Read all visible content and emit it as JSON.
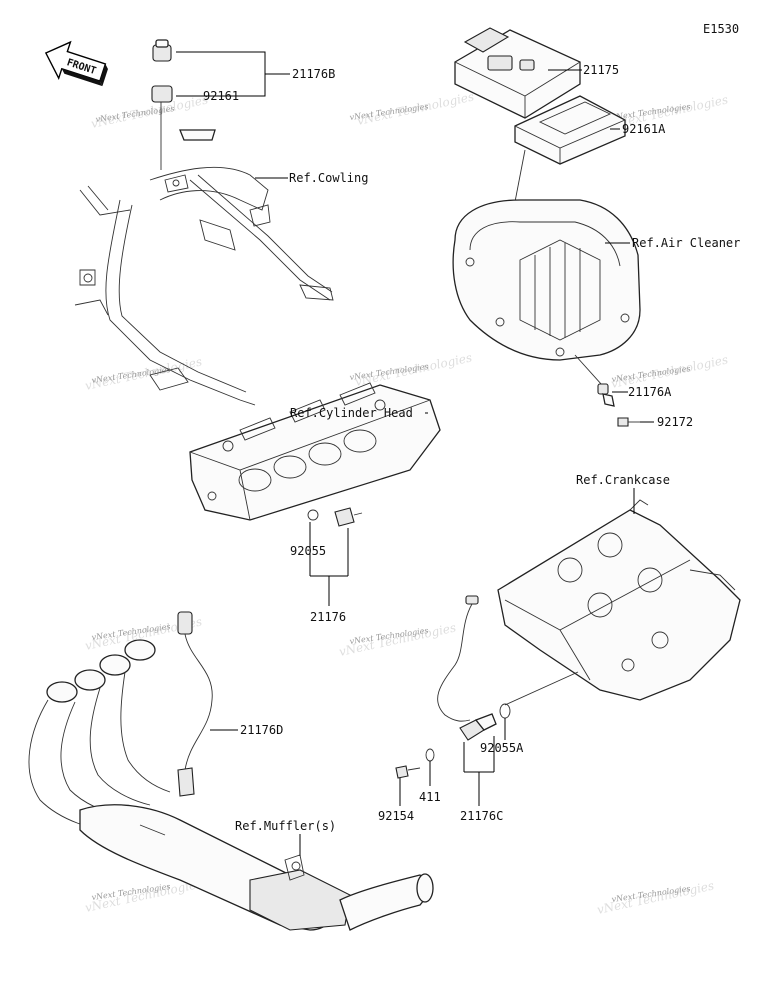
{
  "diagram_code": "E1530",
  "front_label": "FRONT",
  "watermark": "vNext Technologies",
  "labels": {
    "p21176B": "21176B",
    "p92161": "92161",
    "ref_cowling": "Ref.Cowling",
    "p21175": "21175",
    "p92161A": "92161A",
    "ref_air_cleaner": "Ref.Air Cleaner",
    "p21176A": "21176A",
    "p92172": "92172",
    "ref_cylinder_head": "Ref.Cylinder Head",
    "p92055": "92055",
    "p21176": "21176",
    "ref_crankcase": "Ref.Crankcase",
    "p21176D": "21176D",
    "p92055A": "92055A",
    "p92154": "92154",
    "p411": "411",
    "p21176C": "21176C",
    "ref_mufflers": "Ref.Muffler(s)"
  }
}
